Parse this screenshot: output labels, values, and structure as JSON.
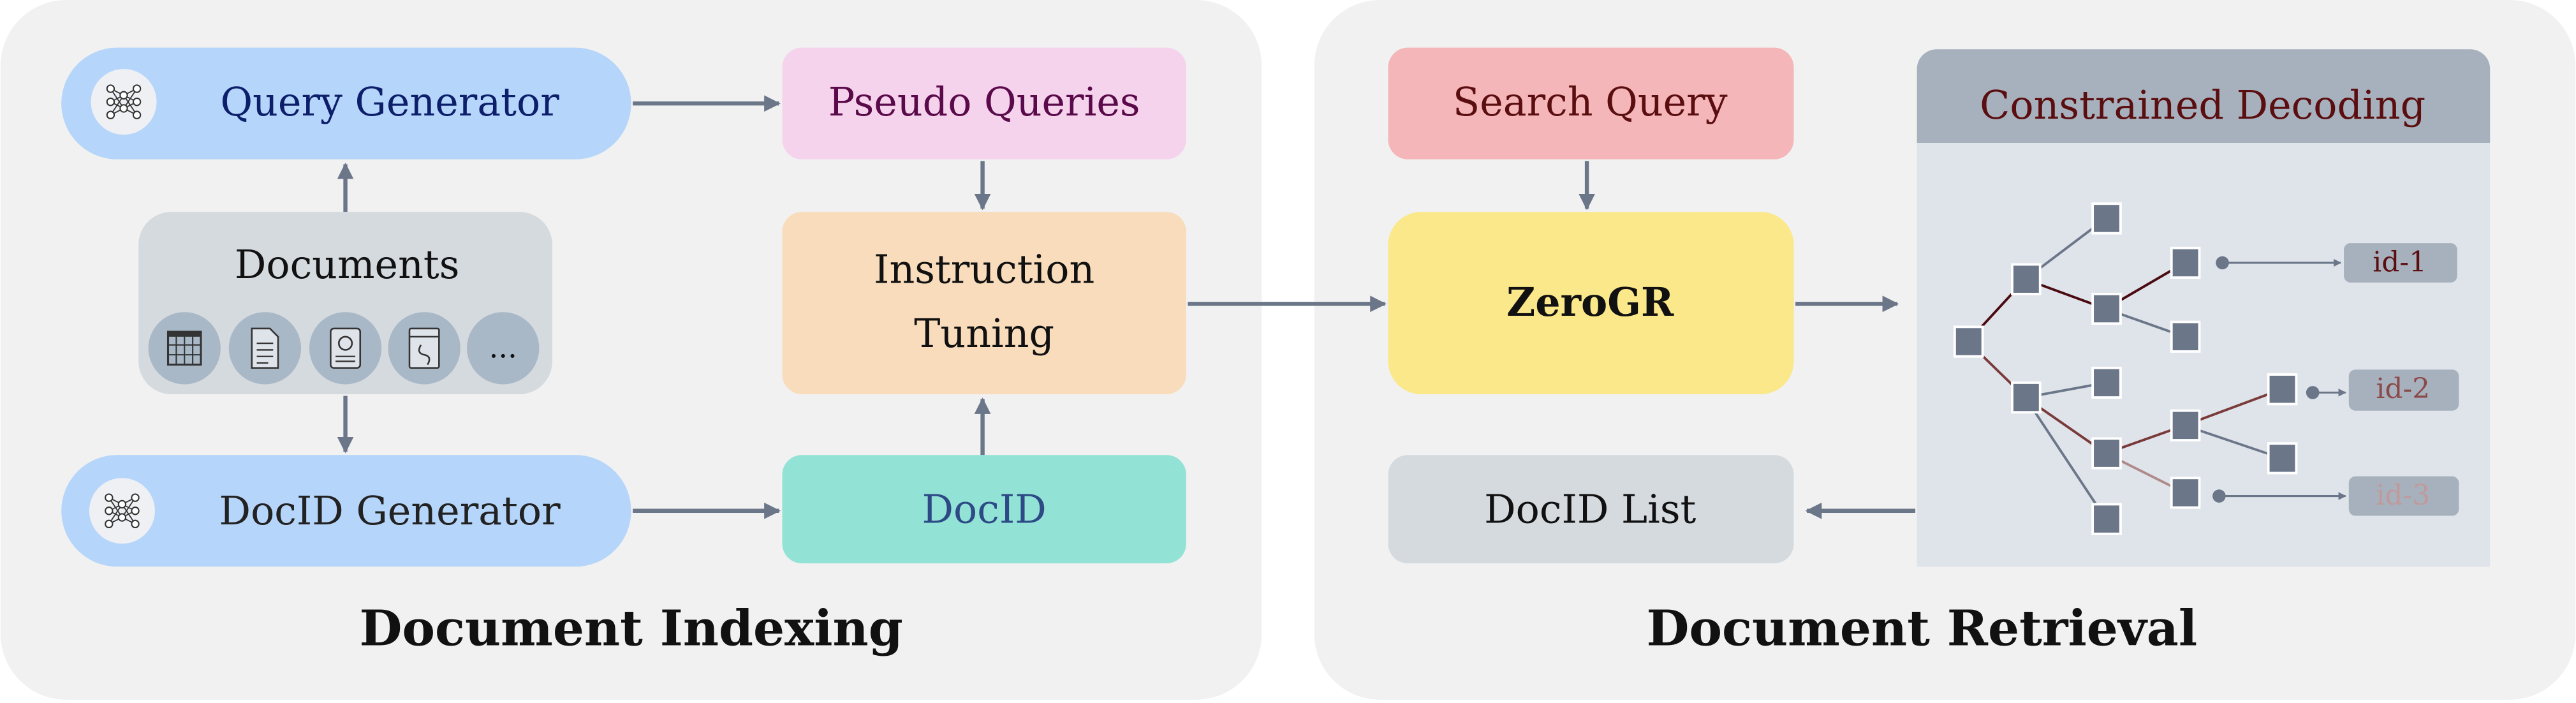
{
  "indexing": {
    "title": "Document Indexing",
    "query_generator": "Query Generator",
    "pseudo_queries": "Pseudo Queries",
    "documents": "Documents",
    "document_types": [
      "table-icon",
      "text-document-icon",
      "certificate-icon",
      "code-file-icon",
      "more"
    ],
    "more_label": "...",
    "instruction_tuning": [
      "Instruction",
      "Tuning"
    ],
    "docid_generator": "DocID Generator",
    "docid": "DocID"
  },
  "retrieval": {
    "title": "Document Retrieval",
    "search_query": "Search Query",
    "model": "ZeroGR",
    "docid_list": "DocID List",
    "constrained_decoding": "Constrained Decoding",
    "ids": [
      "id-1",
      "id-2",
      "id-3"
    ]
  },
  "colors": {
    "panel": "#f1f1f1",
    "generator": "#b5d5fa",
    "pseudo_queries": "#f6d3ec",
    "documents": "#d5dadf",
    "instruction_tuning": "#f9dcbc",
    "docid": "#92e3d6",
    "search_query": "#f4b6b8",
    "model": "#fbe88a",
    "decoding_header": "#a7b1bd",
    "decoding_body": "#dfe3ea",
    "arrow": "#6b7689"
  }
}
